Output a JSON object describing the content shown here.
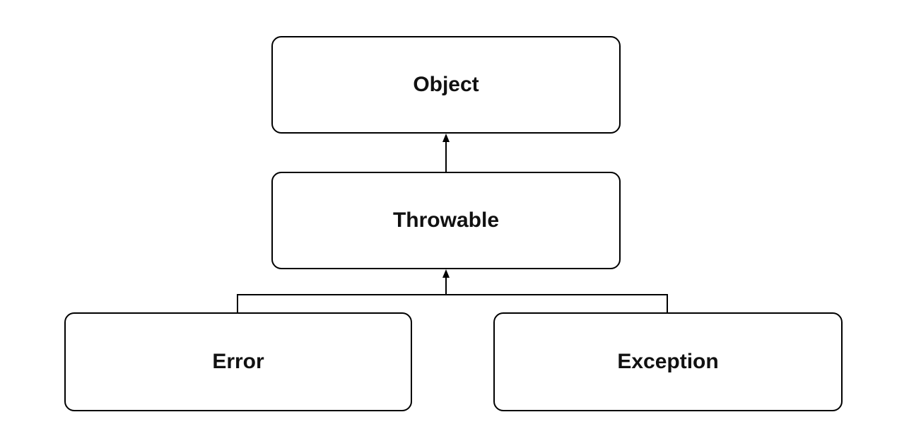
{
  "diagram": {
    "nodes": [
      {
        "id": "object",
        "label": "Object"
      },
      {
        "id": "throwable",
        "label": "Throwable"
      },
      {
        "id": "error",
        "label": "Error"
      },
      {
        "id": "exception",
        "label": "Exception"
      }
    ],
    "edges": [
      {
        "from": "throwable",
        "to": "object"
      },
      {
        "from": "error",
        "to": "throwable"
      },
      {
        "from": "exception",
        "to": "throwable"
      }
    ]
  }
}
